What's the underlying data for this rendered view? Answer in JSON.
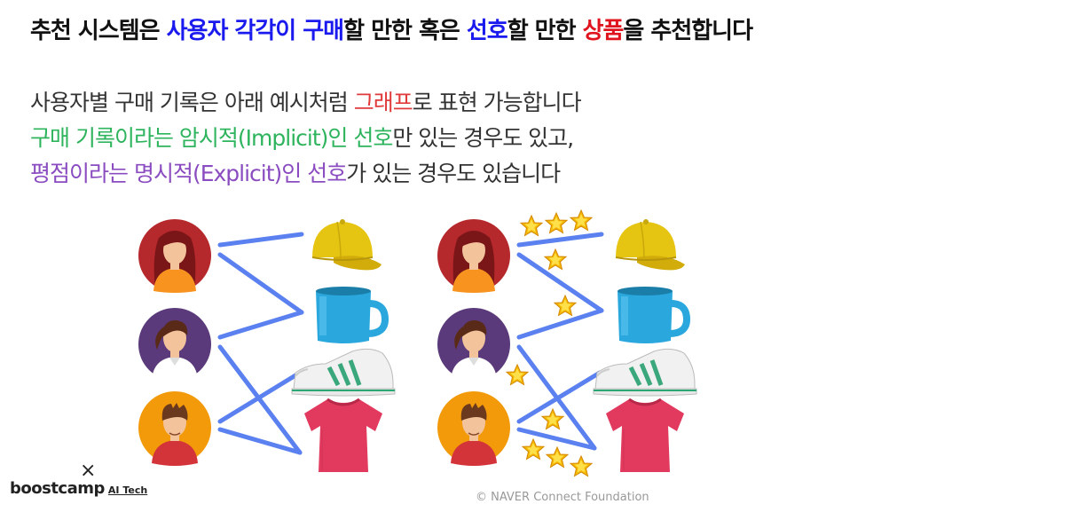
{
  "title": {
    "p1": "추천 시스템은 ",
    "p2": "사용자 각각이 구매",
    "p3": "할 만한 혹은 ",
    "p4": "선호",
    "p5": "할 만한 ",
    "p6": "상품",
    "p7": "을 추천합니다"
  },
  "body": {
    "line1": {
      "a": "사용자별 구매 기록은 아래 예시처럼 ",
      "b": "그래프",
      "c": "로 표현 가능합니다"
    },
    "line2": {
      "a": "구매 기록이라는 암시적(Implicit)인 선호",
      "b": "만 있는 경우도 있고,"
    },
    "line3": {
      "a": "평점이라는 명시적(Explicit)인 선호",
      "b": "가 있는 경우도 있습니다"
    }
  },
  "footer": {
    "x_mark": "×",
    "logo": "boostcamp",
    "logo_sub": "AI Tech",
    "copyright": "© NAVER Connect Foundation"
  },
  "colors": {
    "edge": "#5b80f0",
    "user1_bg": "#b5282c",
    "user2_bg": "#5a3a7a",
    "user3_bg": "#f29a0a",
    "star": "#f5b800"
  },
  "icons": [
    "user-woman-red-icon",
    "user-woman-ponytail-icon",
    "user-man-icon",
    "cap-icon",
    "mug-icon",
    "sneaker-icon",
    "tshirt-icon",
    "star-icon"
  ]
}
